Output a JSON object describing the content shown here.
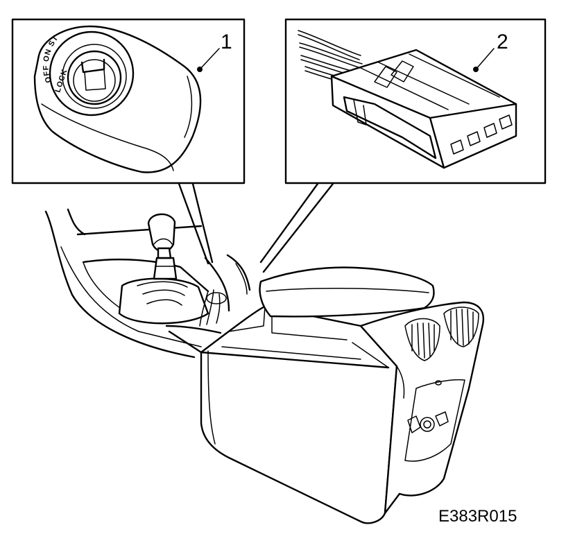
{
  "callouts": {
    "ignition_switch": "1",
    "connector": "2"
  },
  "ignition_markings": {
    "lock": "LOCK",
    "positions": "OFF ON ST"
  },
  "figure_code": "E383R015"
}
